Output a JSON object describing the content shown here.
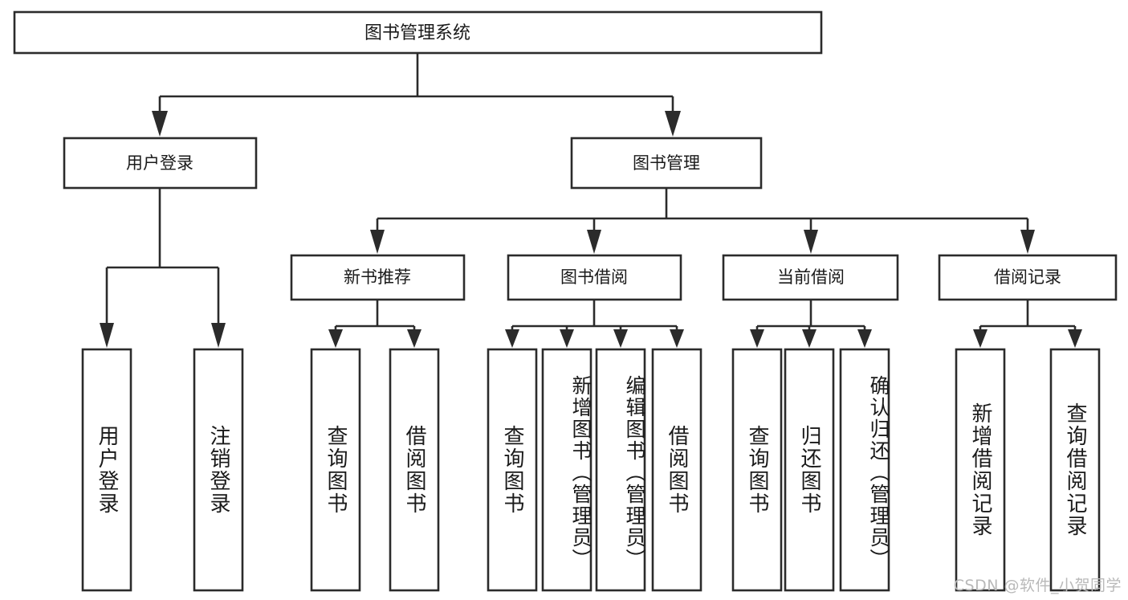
{
  "diagram": {
    "type": "tree-hierarchy-chart",
    "title": "图书管理系统",
    "orientation": "top-down",
    "colors": {
      "box_stroke": "#2b2b2b",
      "box_fill": "#ffffff",
      "text": "#1a1a1a",
      "background": "#ffffff",
      "watermark": "#b9b9b9"
    },
    "root": {
      "label": "图书管理系统"
    },
    "level1": [
      {
        "id": "user-login",
        "label": "用户登录"
      },
      {
        "id": "book-management",
        "label": "图书管理"
      }
    ],
    "level2": [
      {
        "id": "new-book-recommend",
        "label": "新书推荐",
        "parent": "book-management"
      },
      {
        "id": "book-borrow",
        "label": "图书借阅",
        "parent": "book-management"
      },
      {
        "id": "current-borrow",
        "label": "当前借阅",
        "parent": "book-management"
      },
      {
        "id": "borrow-record",
        "label": "借阅记录",
        "parent": "book-management"
      }
    ],
    "leaves": [
      {
        "id": "leaf-user-login",
        "label": "用户登录",
        "parent": "user-login"
      },
      {
        "id": "leaf-logout-login",
        "label": "注销登录",
        "parent": "user-login"
      },
      {
        "id": "leaf-query-book-1",
        "label": "查询图书",
        "parent": "new-book-recommend"
      },
      {
        "id": "leaf-borrow-book-1",
        "label": "借阅图书",
        "parent": "new-book-recommend"
      },
      {
        "id": "leaf-query-book-2",
        "label": "查询图书",
        "parent": "book-borrow"
      },
      {
        "id": "leaf-add-book",
        "label": "新增图书（管理员）",
        "parent": "book-borrow"
      },
      {
        "id": "leaf-edit-book",
        "label": "编辑图书（管理员）",
        "parent": "book-borrow"
      },
      {
        "id": "leaf-borrow-book-2",
        "label": "借阅图书",
        "parent": "book-borrow"
      },
      {
        "id": "leaf-query-book-3",
        "label": "查询图书",
        "parent": "current-borrow"
      },
      {
        "id": "leaf-return-book",
        "label": "归还图书",
        "parent": "current-borrow"
      },
      {
        "id": "leaf-confirm-return",
        "label": "确认归还（管理员）",
        "parent": "current-borrow"
      },
      {
        "id": "leaf-add-record",
        "label": "新增借阅记录",
        "parent": "borrow-record"
      },
      {
        "id": "leaf-query-record",
        "label": "查询借阅记录",
        "parent": "borrow-record"
      }
    ],
    "watermark": "CSDN @软件_小贺同学"
  }
}
